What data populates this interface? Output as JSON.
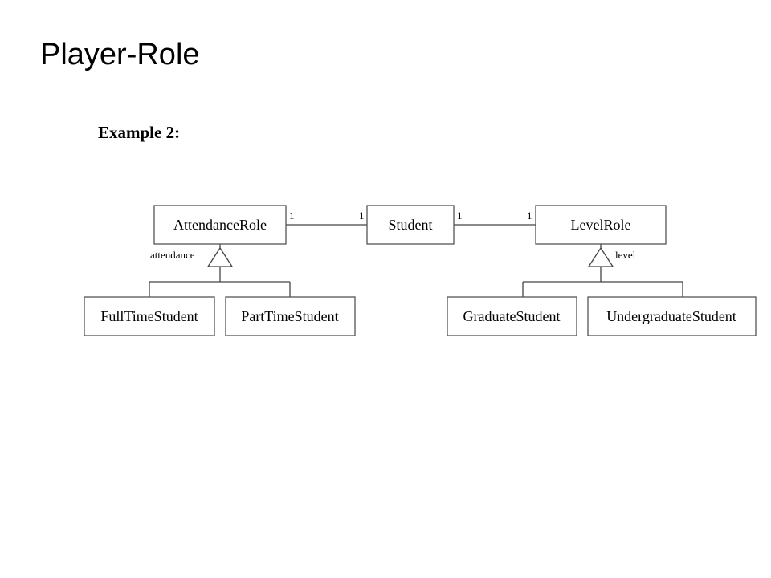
{
  "slide": {
    "title": "Player-Role",
    "subtitle": "Example 2:"
  },
  "diagram": {
    "classes": {
      "attendance_role": "AttendanceRole",
      "student": "Student",
      "level_role": "LevelRole",
      "full_time_student": "FullTimeStudent",
      "part_time_student": "PartTimeStudent",
      "graduate_student": "GraduateStudent",
      "undergraduate_student": "UndergraduateStudent"
    },
    "associations": {
      "attendance_student": {
        "left_mult": "1",
        "right_mult": "1"
      },
      "student_level": {
        "left_mult": "1",
        "right_mult": "1"
      }
    },
    "generalization_labels": {
      "attendance": "attendance",
      "level": "level"
    }
  }
}
